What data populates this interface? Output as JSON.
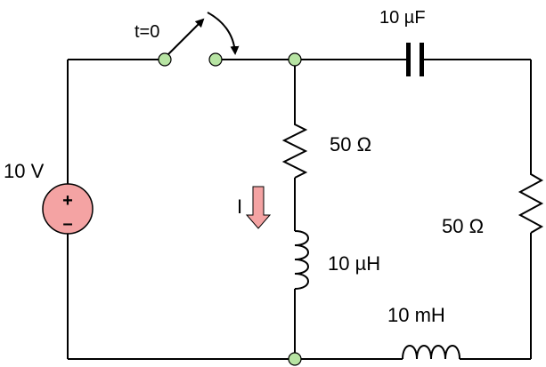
{
  "switch": {
    "label": "t=0"
  },
  "source": {
    "label": "10 V",
    "plus": "+",
    "minus": "–"
  },
  "capacitor": {
    "label": "10 µF"
  },
  "resistor_middle": {
    "label": "50 Ω"
  },
  "resistor_right": {
    "label": "50 Ω"
  },
  "inductor_middle": {
    "label": "10 µH"
  },
  "inductor_bottom": {
    "label": "10 mH"
  },
  "current": {
    "label": "I"
  },
  "colors": {
    "node_fill": "#b7e4a3",
    "source_fill": "#f4a3a3",
    "arrow_fill": "#f4a3a3"
  }
}
